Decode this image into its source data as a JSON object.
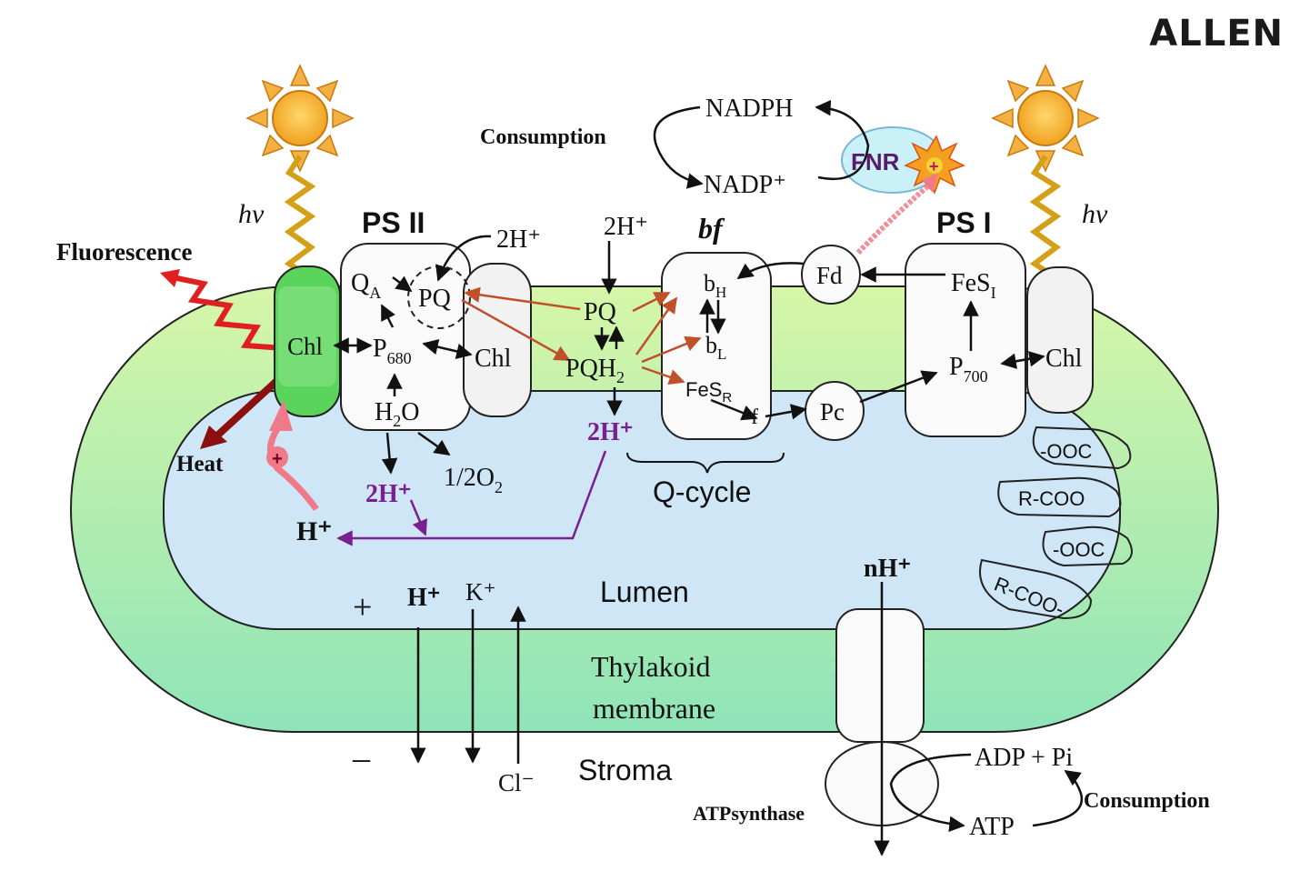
{
  "logo": "ALLEN",
  "colors": {
    "membrane": "#d9f5b0",
    "lumen": "#cfe6f7",
    "sun": "#f5a623",
    "ray": "#d4a017",
    "red_arrow": "#c0502a",
    "purple": "#7a1f8f",
    "fnr": "#c9f1f7",
    "fluorescence": "#e02020",
    "heat": "#8b1010",
    "pink": "#f07a8a"
  },
  "labels": {
    "hv_left": "hν",
    "hv_right": "hν",
    "psii": "PS II",
    "psi": "PS I",
    "bf": "bf",
    "fluorescence": "Fluorescence",
    "heat": "Heat",
    "consumption_top": "Consumption",
    "consumption_bottom": "Consumption",
    "nadph": "NADPH",
    "nadp": "NADP⁺",
    "fnr": "FNR",
    "fd": "Fd",
    "pc": "Pc",
    "fes_i": "FeS",
    "fes_i_sub": "I",
    "p700": "P",
    "p700_sub": "700",
    "chl_psii_left": "Chl",
    "chl_psii_right": "Chl",
    "chl_psi": "Chl",
    "qa": "Q",
    "qa_sub": "A",
    "pq_psii": "PQ",
    "p680": "P",
    "p680_sub": "680",
    "h2o": "H",
    "h2o_sub": "2",
    "h2o_end": "O",
    "two_h_plus_top_left": "2H⁺",
    "two_h_plus_top_mid": "2H⁺",
    "pq_pool": "PQ",
    "pqh2": "PQH",
    "pqh2_sub": "2",
    "two_h_plus_lumen_mid": "2H⁺",
    "two_h_plus_lumen_left": "2H⁺",
    "half_o2": "1/2O",
    "half_o2_sub": "2",
    "bh": "b",
    "bh_sub": "H",
    "bl": "b",
    "bl_sub": "L",
    "fesr": "FeS",
    "fesr_sub": "R",
    "f": "f",
    "q_cycle": "Q-cycle",
    "h_plus_lumen": "H⁺",
    "lumen": "Lumen",
    "thylakoid": "Thylakoid",
    "membrane": "membrane",
    "stroma": "Stroma",
    "plus_sign": "+",
    "minus_sign": "–",
    "h_plus_channel": "H⁺",
    "k_plus": "K⁺",
    "cl_minus": "Cl⁻",
    "nh_plus": "nH⁺",
    "adp_pi": "ADP + Pi",
    "atp": "ATP",
    "atp_synthase": "ATPsynthase",
    "ooc_1": "-OOC",
    "rcoo_1": "R-COO",
    "ooc_2": "-OOC",
    "rcoo_2": "R-COO-",
    "plus_charge": "+"
  }
}
